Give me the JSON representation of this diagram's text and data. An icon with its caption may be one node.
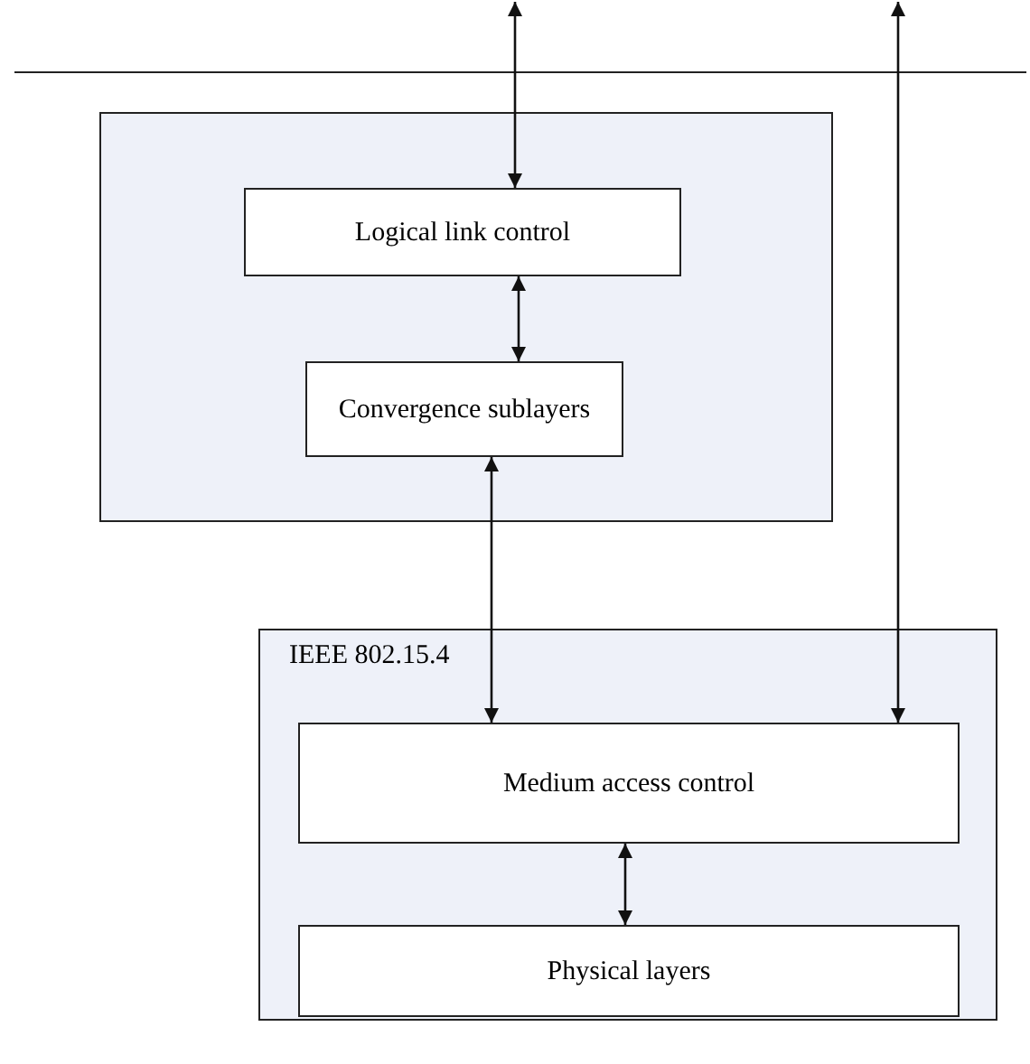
{
  "diagram": {
    "nodes": [
      {
        "text": [],
        "shape": "box"
      },
      {
        "text": [
          "Logical link control"
        ],
        "in": 0
      },
      {
        "text": [
          "Convergence sublayers"
        ],
        "in": 0
      },
      {
        "text": [
          "IEEE 802.15.4"
        ]
      },
      {
        "text": [
          "Medium access control"
        ],
        "in": 3
      },
      {
        "text": [
          "Physical layers"
        ],
        "in": 3
      }
    ],
    "edges": [
      {
        "from": null,
        "to": 1,
        "arrow": "both"
      },
      {
        "from": null,
        "to": 4,
        "arrow": "both"
      },
      {
        "from": 1,
        "to": 2,
        "arrow": "both"
      },
      {
        "from": 2,
        "to": 4,
        "arrow": "both"
      },
      {
        "from": 4,
        "to": 5,
        "arrow": "both"
      }
    ]
  }
}
